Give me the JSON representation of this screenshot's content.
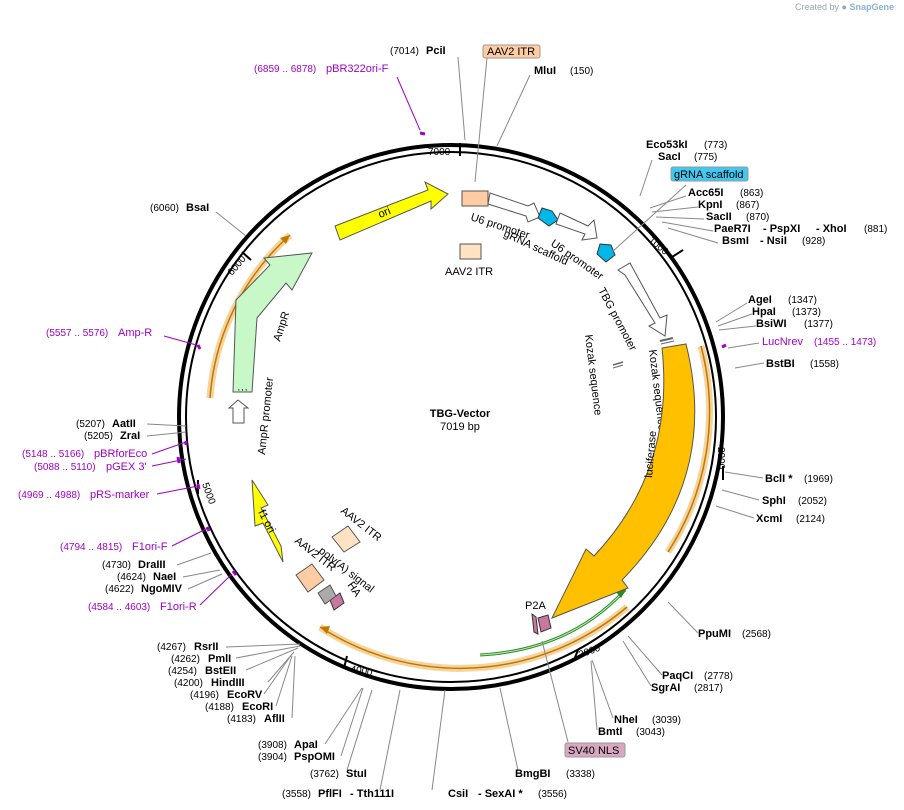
{
  "credit": {
    "prefix": "Created by",
    "brand": "SnapGene"
  },
  "plasmid": {
    "name": "TBG-Vector",
    "length_label": "7019 bp"
  },
  "ticks": [
    "1000",
    "2000",
    "3000",
    "4000",
    "5000",
    "6000",
    "7000"
  ],
  "features": [
    {
      "id": "ori",
      "label": "ori",
      "color": "#ffff00"
    },
    {
      "id": "u6-promoter-1",
      "label": "U6 promoter",
      "color": "#ffffff"
    },
    {
      "id": "grna-scaffold-1",
      "label": "gRNA scaffold",
      "color": "#2ec8f0"
    },
    {
      "id": "u6-promoter-2",
      "label": "U6 promoter",
      "color": "#ffffff"
    },
    {
      "id": "grna-scaffold-2",
      "label": "gRNA scaffold",
      "color": "#2ec8f0"
    },
    {
      "id": "aav2-itr-top",
      "label": "AAV2 ITR",
      "color": "#ffcca4"
    },
    {
      "id": "aav2-itr-inner",
      "label": "AAV2 ITR",
      "color": "#ffe2c2"
    },
    {
      "id": "tbg-promoter",
      "label": "TBG promoter",
      "color": "#ffffff"
    },
    {
      "id": "kozak-1",
      "label": "Kozak sequence",
      "color": "#999999"
    },
    {
      "id": "kozak-2",
      "label": "Kozak sequence",
      "color": "#999999"
    },
    {
      "id": "luciferase",
      "label": "luciferase",
      "color": "#ffc000"
    },
    {
      "id": "p2a",
      "label": "P2A",
      "color": "#c878a0"
    },
    {
      "id": "sv40-nls",
      "label": "SV40 NLS",
      "color": "#d8a8c0"
    },
    {
      "id": "ha",
      "label": "HA",
      "color": "#c878a0"
    },
    {
      "id": "polya",
      "label": "poly(A) signal",
      "color": "#aaaaaa"
    },
    {
      "id": "aav2-itr-bottom-1",
      "label": "AAV2 ITR",
      "color": "#ffcca4"
    },
    {
      "id": "aav2-itr-bottom-2",
      "label": "AAV2 ITR",
      "color": "#ffe2c2"
    },
    {
      "id": "f1-ori",
      "label": "f1 ori",
      "color": "#ffff00"
    },
    {
      "id": "ampr-promoter",
      "label": "AmpR promoter",
      "color": "#ffffff"
    },
    {
      "id": "ampr",
      "label": "AmpR",
      "color": "#c8f8c8"
    }
  ],
  "enzymes": [
    {
      "name": "PciI",
      "pos": "(7014)"
    },
    {
      "name": "MluI",
      "pos": "(150)"
    },
    {
      "name": "Eco53kI",
      "pos": "(773)"
    },
    {
      "name": "SacI",
      "pos": "(775)"
    },
    {
      "name": "Acc65I",
      "pos": "(863)"
    },
    {
      "name": "KpnI",
      "pos": "(867)"
    },
    {
      "name": "SacII",
      "pos": "(870)"
    },
    {
      "name": "PaeR7I",
      "pos": ""
    },
    {
      "name": "- PspXI",
      "pos": ""
    },
    {
      "name": "- XhoI",
      "pos": "(881)"
    },
    {
      "name": "BsmI",
      "pos": ""
    },
    {
      "name": "- NsiI",
      "pos": "(928)"
    },
    {
      "name": "AgeI",
      "pos": "(1347)"
    },
    {
      "name": "HpaI",
      "pos": "(1373)"
    },
    {
      "name": "BsiWI",
      "pos": "(1377)"
    },
    {
      "name": "BstBI",
      "pos": "(1558)"
    },
    {
      "name": "BclI *",
      "pos": "(1969)"
    },
    {
      "name": "SphI",
      "pos": "(2052)"
    },
    {
      "name": "XcmI",
      "pos": "(2124)"
    },
    {
      "name": "PpuMI",
      "pos": "(2568)"
    },
    {
      "name": "PaqCI",
      "pos": "(2778)"
    },
    {
      "name": "SgrAI",
      "pos": "(2817)"
    },
    {
      "name": "NheI",
      "pos": "(3039)"
    },
    {
      "name": "BmtI",
      "pos": "(3043)"
    },
    {
      "name": "BmgBI",
      "pos": "(3338)"
    },
    {
      "name": "CsiI",
      "pos": ""
    },
    {
      "name": "- SexAI *",
      "pos": "(3556)"
    },
    {
      "name": "PflFI",
      "pos": "(3558)"
    },
    {
      "name": "- Tth111I",
      "pos": ""
    },
    {
      "name": "StuI",
      "pos": "(3762)"
    },
    {
      "name": "ApaI",
      "pos": "(3908)"
    },
    {
      "name": "PspOMI",
      "pos": "(3904)"
    },
    {
      "name": "RsrII",
      "pos": "(4267)"
    },
    {
      "name": "PmlI",
      "pos": "(4262)"
    },
    {
      "name": "BstEII",
      "pos": "(4254)"
    },
    {
      "name": "HindIII",
      "pos": "(4200)"
    },
    {
      "name": "EcoRV",
      "pos": "(4196)"
    },
    {
      "name": "EcoRI",
      "pos": "(4188)"
    },
    {
      "name": "AflII",
      "pos": "(4183)"
    },
    {
      "name": "DraIII",
      "pos": "(4730)"
    },
    {
      "name": "NaeI",
      "pos": "(4624)"
    },
    {
      "name": "NgoMIV",
      "pos": "(4622)"
    },
    {
      "name": "AatII",
      "pos": "(5207)"
    },
    {
      "name": "ZraI",
      "pos": "(5205)"
    },
    {
      "name": "BsaI",
      "pos": "(6060)"
    }
  ],
  "primers": [
    {
      "name": "pBR322ori-F",
      "range": "(6859 .. 6878)"
    },
    {
      "name": "LucNrev",
      "range": "(1455 .. 1473)"
    },
    {
      "name": "Amp-R",
      "range": "(5557 .. 5576)"
    },
    {
      "name": "pBRforEco",
      "range": "(5148 .. 5166)"
    },
    {
      "name": "pGEX 3'",
      "range": "(5088 .. 5110)"
    },
    {
      "name": "pRS-marker",
      "range": "(4969 .. 4988)"
    },
    {
      "name": "F1ori-F",
      "range": "(4794 .. 4815)"
    },
    {
      "name": "F1ori-R",
      "range": "(4584 .. 4603)"
    }
  ],
  "boxed_labels": [
    {
      "id": "aav2-itr",
      "label": "AAV2 ITR",
      "color": "#ffcca4"
    },
    {
      "id": "grna-scaffold",
      "label": "gRNA scaffold",
      "color": "#40c8f0"
    },
    {
      "id": "sv40-nls",
      "label": "SV40 NLS",
      "color": "#d8a8c0"
    }
  ]
}
